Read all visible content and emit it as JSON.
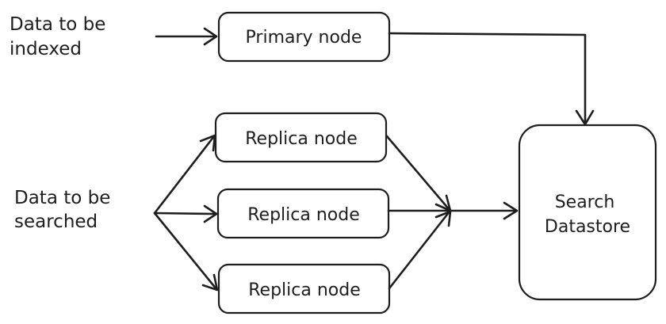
{
  "inputs": {
    "indexed": [
      "Data to be",
      "indexed"
    ],
    "searched": [
      "Data to be",
      "searched"
    ]
  },
  "nodes": {
    "primary": "Primary node",
    "replicas": [
      "Replica node",
      "Replica node",
      "Replica node"
    ],
    "datastore": [
      "Search",
      "Datastore"
    ]
  },
  "colors": {
    "stroke": "#1e1e1e",
    "background": "#ffffff"
  }
}
